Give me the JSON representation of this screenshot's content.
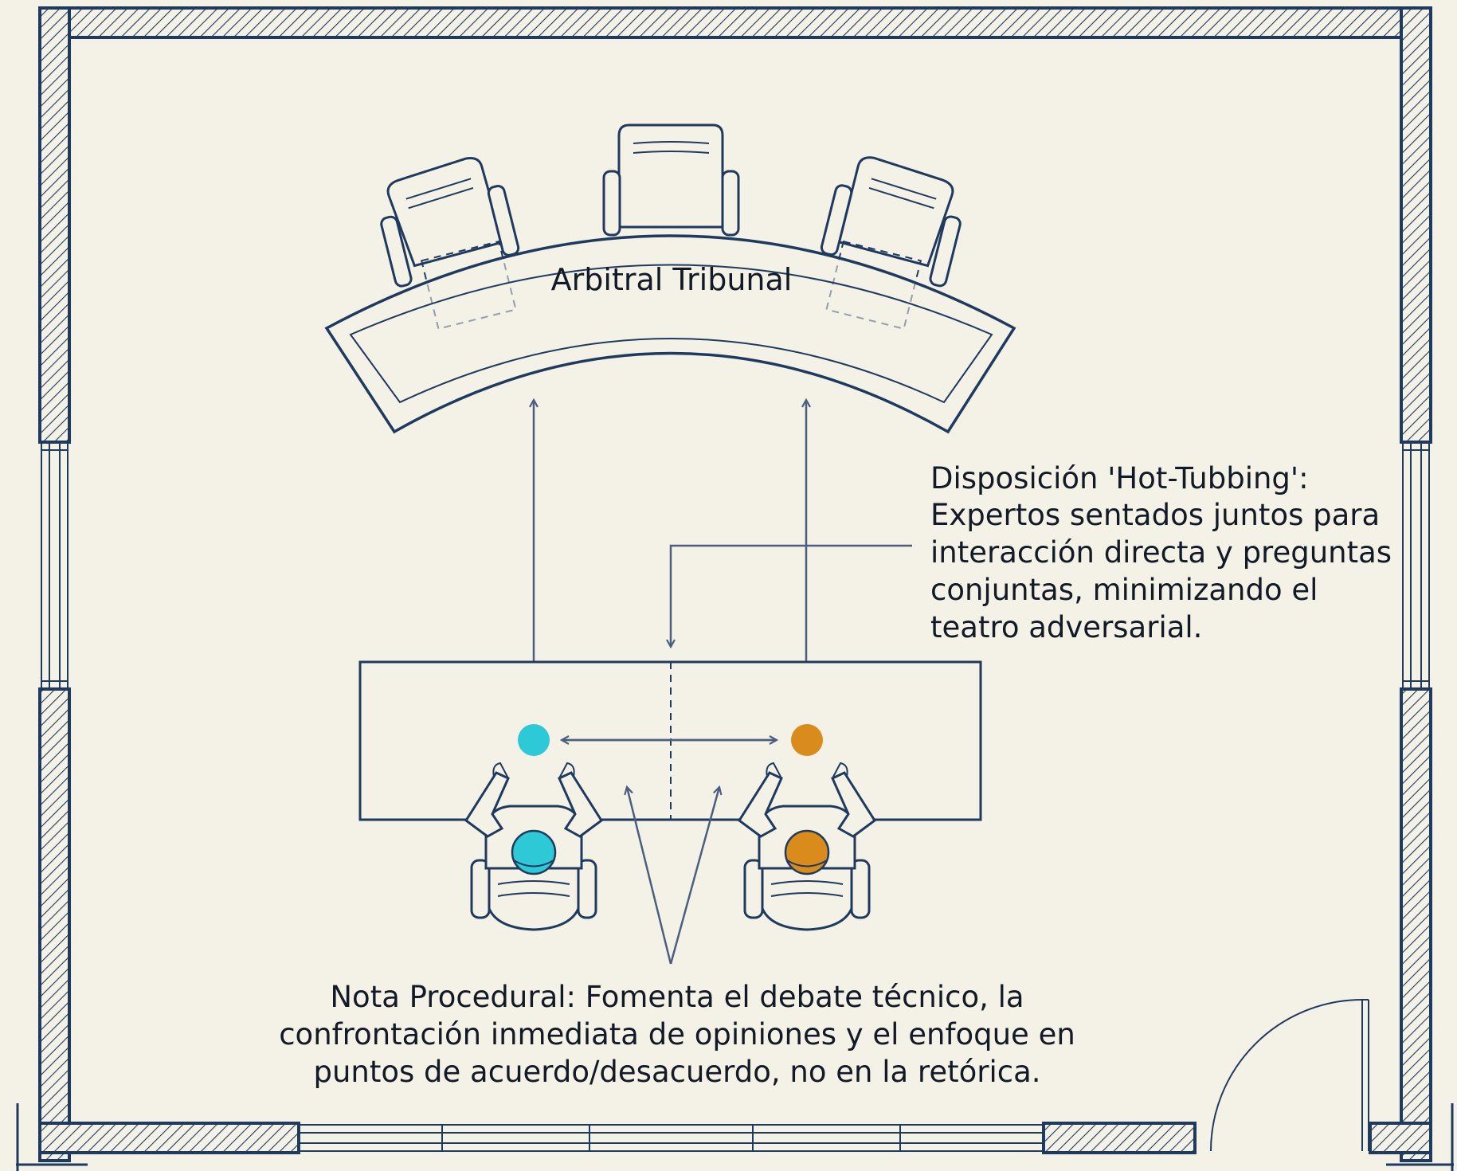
{
  "tribunal": {
    "label": "Arbitral Tribunal"
  },
  "hot_tubbing_note": {
    "lines": [
      "Disposición 'Hot-Tubbing':",
      "Expertos sentados juntos para",
      "interacción directa y preguntas",
      "conjuntas, minimizando el",
      "teatro adversarial."
    ]
  },
  "procedural_note": {
    "lines": [
      "Nota Procedural: Fomenta el debate técnico, la",
      "confrontación inmediata de opiniones y el enfoque en",
      "puntos de acuerdo/desacuerdo, no en la retórica."
    ]
  },
  "colors": {
    "ink": "#1f3a5f",
    "background": "#f4f1e6",
    "expert_left": "#2ec9d6",
    "expert_right": "#d98c1c"
  }
}
